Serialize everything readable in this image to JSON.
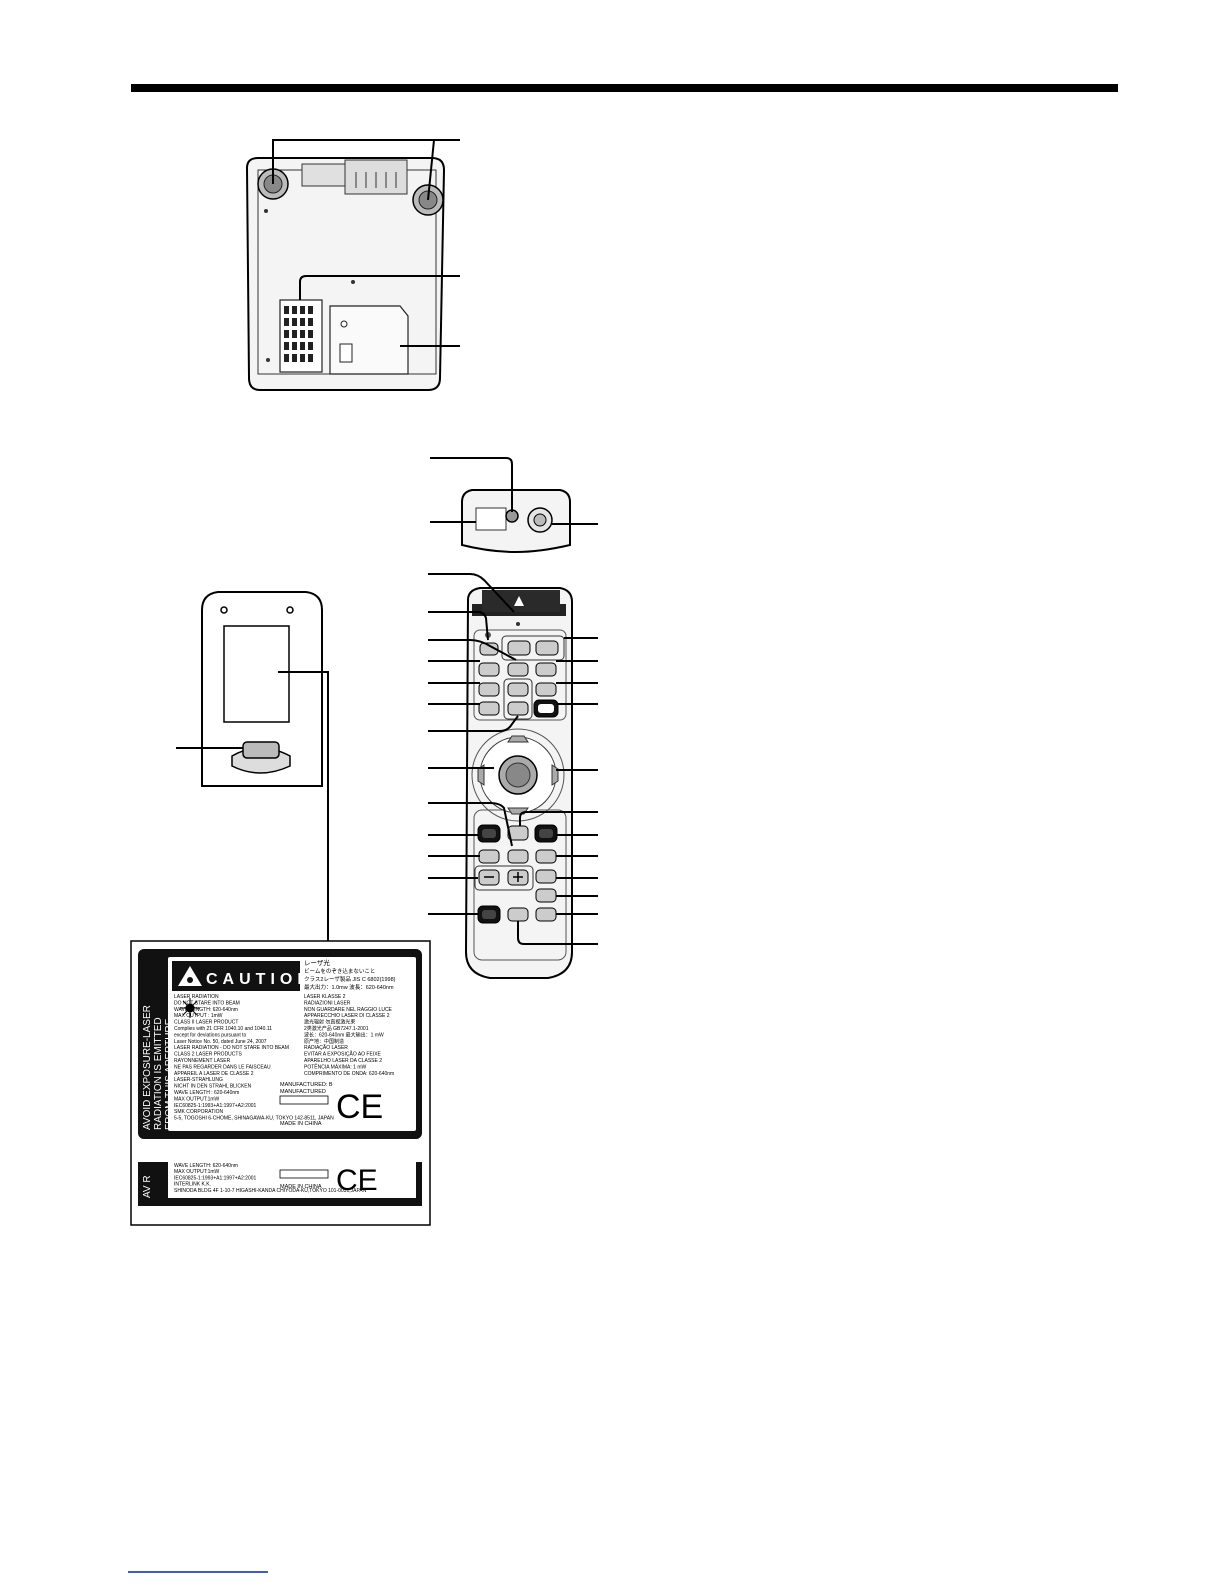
{
  "label": {
    "caution": "CAUTION",
    "jp_heading": "レーザ光",
    "jp_line1": "ビームをのぞき込まないこと",
    "jp_line2": "クラス2レーザ製品 JIS C 6802(1998)",
    "jp_line3": "最大出力：1.0mw 波長：620-640nm",
    "side_line1": "AVOID EXPOSURE-LASER",
    "side_line2": "RADIATION IS EMITTED",
    "side_line3": "FROM THIS APERTURE",
    "left_lines": [
      "LASER RADIATION",
      "DO NOT STARE INTO BEAM",
      "WAVE LENGTH: 620-640nm",
      "MAX OUTPUT : 1mW",
      "CLASS II LASER PRODUCT",
      "Complies with 21 CFR 1040.10 and 1040.11",
      "except for deviations pursuant to",
      "Laser Notice No. 50, dated June 24, 2007",
      "LASER RADIATION - DO NOT STARE INTO BEAM",
      "CLASS 2 LASER PRODUCTS",
      "RAYONNEMENT LASER",
      "NE PAS REGARDER DANS LE FAISCEAU",
      "APPAREIL A LASER DE CLASSE 2",
      "LASER-STRAHLUNG",
      "NICHT IN DEN STRAHL BLICKEN",
      "WAVE LENGTH : 620-640nm",
      "MAX OUTPUT:1mW",
      "IEC60825-1:1993+A1:1997+A2:2001",
      "SMK CORPORATION",
      "5-5, TOGOSHI 6-CHOME, SHINAGAWA-KU, TOKYO 142-8511, JAPAN"
    ],
    "right_lines": [
      "LASER KLASSE 2",
      "RADIAZIONI LASER",
      "NON GUARDARE NEL RAGGIO LUCE",
      "APPARECCHIO LASER DI CLASSE 2",
      "激光辐射 勿直视激光束",
      "2类激光产品 GB7247.1-2001",
      "波长：620-640nm 最大输出：1 mW",
      "原产地：中国制造",
      "RADIAÇÃO LASER",
      "EVITAR A EXPOSIÇÃO AO FEIXE",
      "APARELHO LASER DA CLASSE 2",
      "POTÊNCIA MÁXIMA: 1 mW",
      "COMPRIMENTO DE ONDA: 620-640nm"
    ],
    "manufactured_by": "MANUFACTURED: B",
    "manufactured": "MANUFACTURED",
    "made_in_china": "MADE IN CHINA",
    "ce_mark": "CE",
    "lower_lines": [
      "WAVE LENGTH: 620-640nm",
      "MAX OUTPUT:1mW",
      "IEC60825-1:1993+A1:1997+A2:2001",
      "INTERLINK K.K.",
      "SHINODA BLDG 4F 1-10-7 HIGASHI-KANDA CHIYODA-KU,TOKYO 101-0031,JAPAN"
    ],
    "lower_made_in_china": "MADE IN CHINA",
    "lower_side": "AV R"
  }
}
